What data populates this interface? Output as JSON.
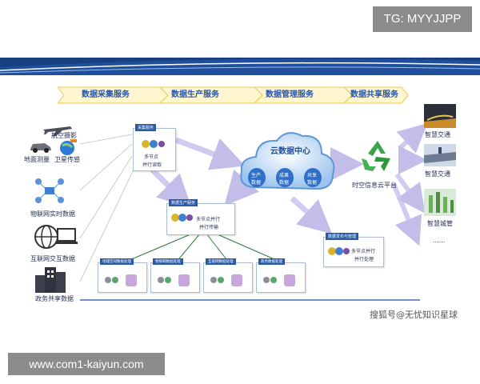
{
  "watermarks": {
    "tg": "TG: MYYJJPP",
    "site": "www.com1-kaiyun.com",
    "sohu": "搜狐号@无忧知识星球"
  },
  "pipeline": {
    "steps": [
      "数据采集服务",
      "数据生产服务",
      "数据管理服务",
      "数据共享服务"
    ]
  },
  "sources": {
    "aerial": "航空摄影",
    "ground": "地面测量",
    "satellite": "卫星传感",
    "iot": "物联网实时数据",
    "internet": "互联网交互数据",
    "gov": "政务共享数据"
  },
  "collect": {
    "title": "采集服务",
    "line1": "多节点",
    "line2": "并行读取"
  },
  "cloud": {
    "title": "云数据中心",
    "items": [
      "生产\n数据",
      "成果\n数据",
      "共享\n数据"
    ],
    "item_lines": [
      [
        "生产",
        "数据"
      ],
      [
        "成果",
        "数据"
      ],
      [
        "共享",
        "数据"
      ]
    ]
  },
  "production": {
    "title": "数据生产服务",
    "line1": "多节点并行",
    "line2": "并行传输",
    "sub": [
      "地理空间数据处理",
      "物联网数据处理",
      "互联网数据处理",
      "政务数据处理"
    ]
  },
  "publish": {
    "title": "数据发布与管理",
    "line1": "多节点并行",
    "line2": "并行处理"
  },
  "platform": {
    "label": "时空信息云平台"
  },
  "apps": {
    "a1": "智慧交通",
    "a2": "智慧交通",
    "a3": "智慧城管",
    "more": "......"
  },
  "colors": {
    "brand_blue": "#1f4e9c",
    "cloud_blue": "#3f7fd0",
    "recycle_green": "#2e9b3b",
    "arrow_purple": "#b9b3e6"
  }
}
